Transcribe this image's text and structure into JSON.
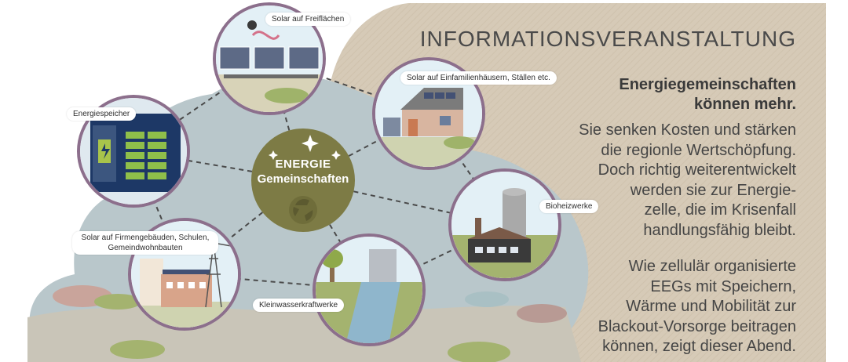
{
  "info": {
    "title": "INFORMATIONSVERANSTALTUNG",
    "subtitle_lines": [
      "Energiegemeinschaften",
      "können mehr."
    ],
    "para1_lines": [
      "Sie senken Kosten und stärken",
      "die regionle Wertschöpfung.",
      "Doch richtig weiterentwickelt",
      "werden sie zur Energie-",
      "zelle, die im Krisenfall",
      "handlungsfähig bleibt."
    ],
    "para2_lines": [
      "Wie zellulär organisierte",
      "EEGs mit Speichern,",
      "Wärme und Mobilität zur",
      "Blackout-Vorsorge beitragen",
      "können, zeigt dieser Abend."
    ]
  },
  "diagram": {
    "center": {
      "line1": "ENERGIE",
      "line2": "Gemeinschaften"
    },
    "nodes": [
      {
        "id": "solar-freiflaechen",
        "label": "Solar auf Freiflächen"
      },
      {
        "id": "solar-einfamilienhaeuser",
        "label": "Solar auf Einfamilienhäusern, Ställen etc."
      },
      {
        "id": "energiespeicher",
        "label": "Energiespeicher"
      },
      {
        "id": "bioheizwerke",
        "label": "Bioheizwerke"
      },
      {
        "id": "solar-firmengebaeude",
        "label_lines": [
          "Solar auf Firmengebäuden, Schulen,",
          "Gemeindwohnbauten"
        ]
      },
      {
        "id": "kleinwasserkraftwerke",
        "label": "Kleinwasserkraftwerke"
      }
    ]
  },
  "colors": {
    "panel_bg": "#d6cab7",
    "cloud": "#b9c7cb",
    "center": "#7d7b45",
    "ring": "#8c6f8c",
    "ground": "#c9c5b8",
    "grass": "#9fb36a"
  }
}
